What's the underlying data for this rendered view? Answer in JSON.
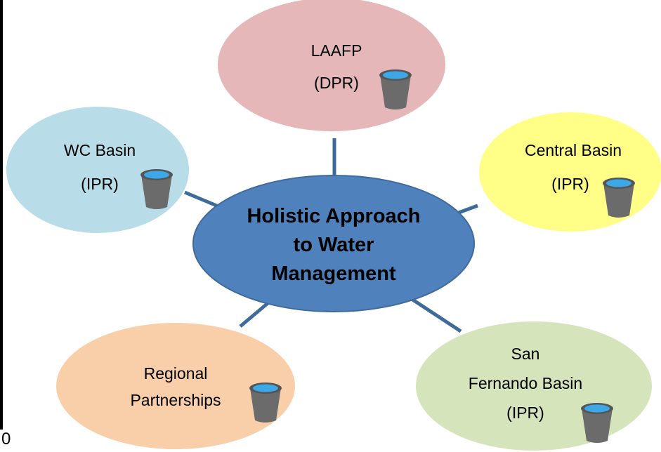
{
  "colors": {
    "connector": "#3f6a9c",
    "center_fill": "#4f81bd",
    "center_stroke": "#3e6a9e",
    "node_top": "#e6b7b8",
    "node_left": "#b8dde8",
    "node_right": "#ffff88",
    "node_bottom_left": "#f9cfaa",
    "node_bottom_right": "#d6e4bc",
    "bucket_body": "#6b6b6b",
    "bucket_water": "#3da8e8"
  },
  "center": {
    "lines": [
      "Holistic Approach",
      "to Water",
      "Management"
    ]
  },
  "nodes": [
    {
      "id": "laafp",
      "lines": [
        "LAAFP",
        "(DPR)"
      ],
      "icon": "bucket-icon"
    },
    {
      "id": "wc-basin",
      "lines": [
        "WC Basin",
        "(IPR)"
      ],
      "icon": "bucket-icon"
    },
    {
      "id": "central-basin",
      "lines": [
        "Central Basin",
        "(IPR)"
      ],
      "icon": "bucket-icon"
    },
    {
      "id": "regional-partnerships",
      "lines": [
        "Regional",
        "Partnerships"
      ],
      "icon": "bucket-icon"
    },
    {
      "id": "san-fernando-basin",
      "lines": [
        "San",
        "Fernando Basin",
        "(IPR)"
      ],
      "icon": "bucket-icon"
    }
  ],
  "corner_label": "0"
}
